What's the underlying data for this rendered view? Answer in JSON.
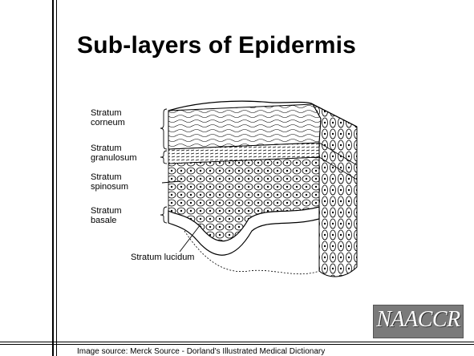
{
  "slide": {
    "title": "Sub-layers of Epidermis",
    "caption": "Image source: Merck Source - Dorland's Illustrated Medical Dictionary"
  },
  "diagram": {
    "labels": {
      "corneum": [
        "Stratum",
        "corneum"
      ],
      "granulosum": [
        "Stratum",
        "granulosum"
      ],
      "spinosum": [
        "Stratum",
        "spinosum"
      ],
      "basale": [
        "Stratum",
        "basale"
      ],
      "lucidum": "Stratum lucidum"
    }
  },
  "logo": {
    "text": "NAACCR"
  }
}
